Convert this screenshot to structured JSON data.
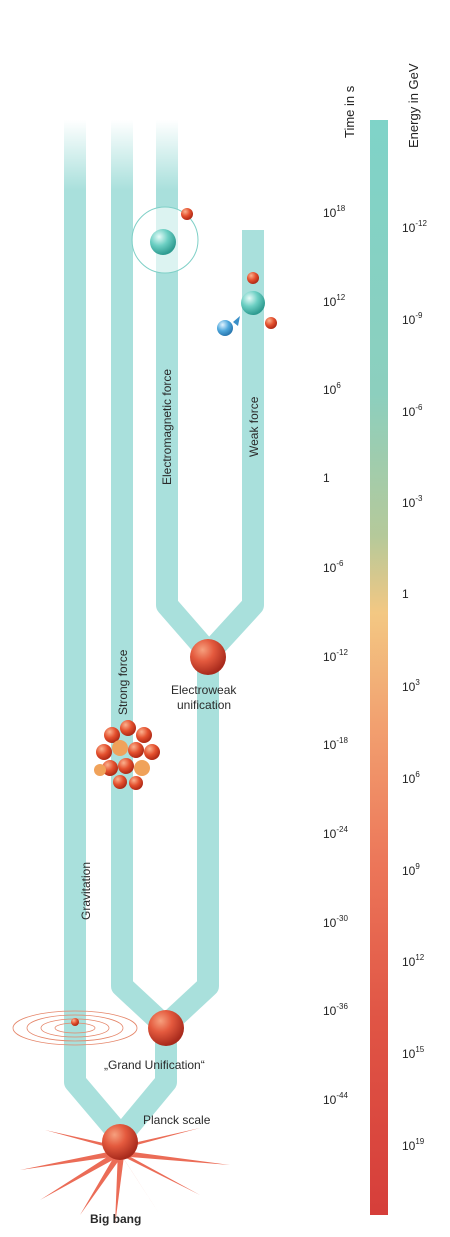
{
  "axes": {
    "time_title": "Time in s",
    "energy_title": "Energy in GeV",
    "time_ticks": [
      {
        "base": "10",
        "exp": "18"
      },
      {
        "base": "10",
        "exp": "12"
      },
      {
        "base": "10",
        "exp": "6"
      },
      {
        "base": "1",
        "exp": ""
      },
      {
        "base": "10",
        "exp": "-6"
      },
      {
        "base": "10",
        "exp": "-12"
      },
      {
        "base": "10",
        "exp": "-18"
      },
      {
        "base": "10",
        "exp": "-24"
      },
      {
        "base": "10",
        "exp": "-30"
      },
      {
        "base": "10",
        "exp": "-36"
      },
      {
        "base": "10",
        "exp": "-44"
      }
    ],
    "energy_ticks": [
      {
        "base": "10",
        "exp": "-12"
      },
      {
        "base": "10",
        "exp": "-9"
      },
      {
        "base": "10",
        "exp": "-6"
      },
      {
        "base": "10",
        "exp": "-3"
      },
      {
        "base": "1",
        "exp": ""
      },
      {
        "base": "10",
        "exp": "3"
      },
      {
        "base": "10",
        "exp": "6"
      },
      {
        "base": "10",
        "exp": "9"
      },
      {
        "base": "10",
        "exp": "12"
      },
      {
        "base": "10",
        "exp": "15"
      },
      {
        "base": "10",
        "exp": "19"
      }
    ]
  },
  "forces": {
    "gravitation": "Gravitation",
    "strong": "Strong force",
    "electromagnetic": "Electromagnetic force",
    "weak": "Weak force"
  },
  "events": {
    "electroweak_line1": "Electroweak",
    "electroweak_line2": "unification",
    "grand_unification": "„Grand Unification“",
    "planck": "Planck scale",
    "big_bang": "Big bang"
  },
  "colors": {
    "branch": "#a9e0dc",
    "node": "#e2553c",
    "electron": "#d9442c",
    "nucleus": "#5cc7bb"
  }
}
